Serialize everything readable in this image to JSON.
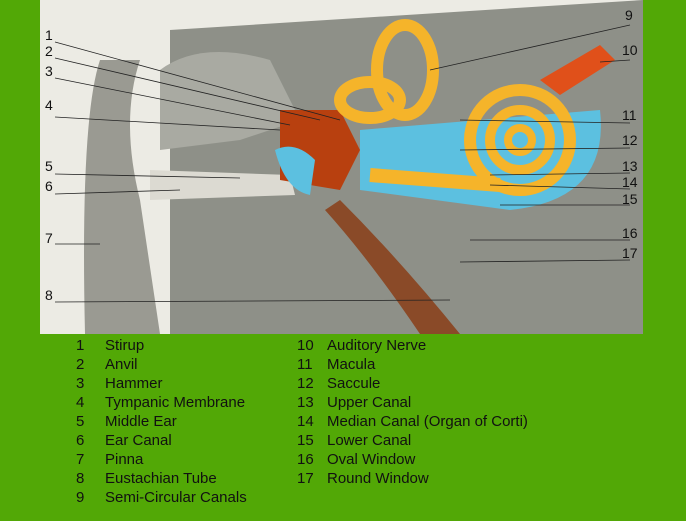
{
  "diagram_labels": {
    "left": [
      "1",
      "2",
      "3",
      "4",
      "5",
      "6",
      "7",
      "8"
    ],
    "right": [
      "9",
      "10",
      "11",
      "12",
      "13",
      "14",
      "15",
      "16",
      "17"
    ]
  },
  "legend": {
    "left": [
      {
        "num": "1",
        "label": "Stirup"
      },
      {
        "num": "2",
        "label": "Anvil"
      },
      {
        "num": "3",
        "label": "Hammer"
      },
      {
        "num": "4",
        "label": "Tympanic Membrane"
      },
      {
        "num": "5",
        "label": "Middle Ear"
      },
      {
        "num": "6",
        "label": "Ear Canal"
      },
      {
        "num": "7",
        "label": "Pinna"
      },
      {
        "num": "8",
        "label": "Eustachian Tube"
      },
      {
        "num": "9",
        "label": "Semi-Circular Canals"
      }
    ],
    "right": [
      {
        "num": "10",
        "label": "Auditory Nerve"
      },
      {
        "num": "11",
        "label": "Macula"
      },
      {
        "num": "12",
        "label": "Saccule"
      },
      {
        "num": "13",
        "label": "Upper Canal"
      },
      {
        "num": "14",
        "label": "Median Canal (Organ of Corti)"
      },
      {
        "num": "15",
        "label": "Lower Canal"
      },
      {
        "num": "16",
        "label": "Oval Window"
      },
      {
        "num": "17",
        "label": "Round Window"
      }
    ]
  },
  "colors": {
    "background": "#52a806",
    "bone": "#8f9189",
    "canal": "#f5b42a",
    "fluid": "#5cc0e0",
    "ossicle": "#c23a10"
  }
}
